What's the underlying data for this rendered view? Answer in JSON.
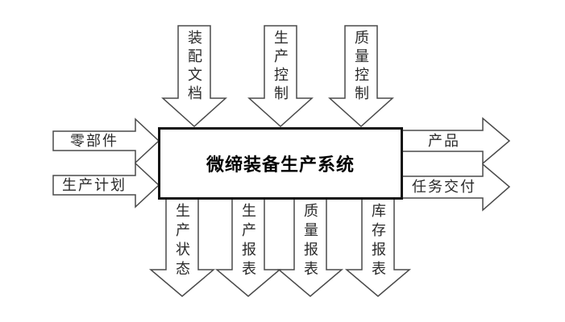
{
  "diagram": {
    "title": "微缔装备生产系统",
    "top_inputs": [
      {
        "label": "装配文档"
      },
      {
        "label": "生产控制"
      },
      {
        "label": "质量控制"
      }
    ],
    "left_inputs": [
      {
        "label": "零部件"
      },
      {
        "label": "生产计划"
      }
    ],
    "right_outputs": [
      {
        "label": "产品"
      },
      {
        "label": "任务交付"
      }
    ],
    "bottom_outputs": [
      {
        "label": "生产状态"
      },
      {
        "label": "生产报表"
      },
      {
        "label": "质量报表"
      },
      {
        "label": "库存报表"
      }
    ],
    "colors": {
      "background": "#ffffff",
      "arrow_outline": "#4a4a4a",
      "box_border": "#111111",
      "text": "#2a2a2a"
    }
  }
}
